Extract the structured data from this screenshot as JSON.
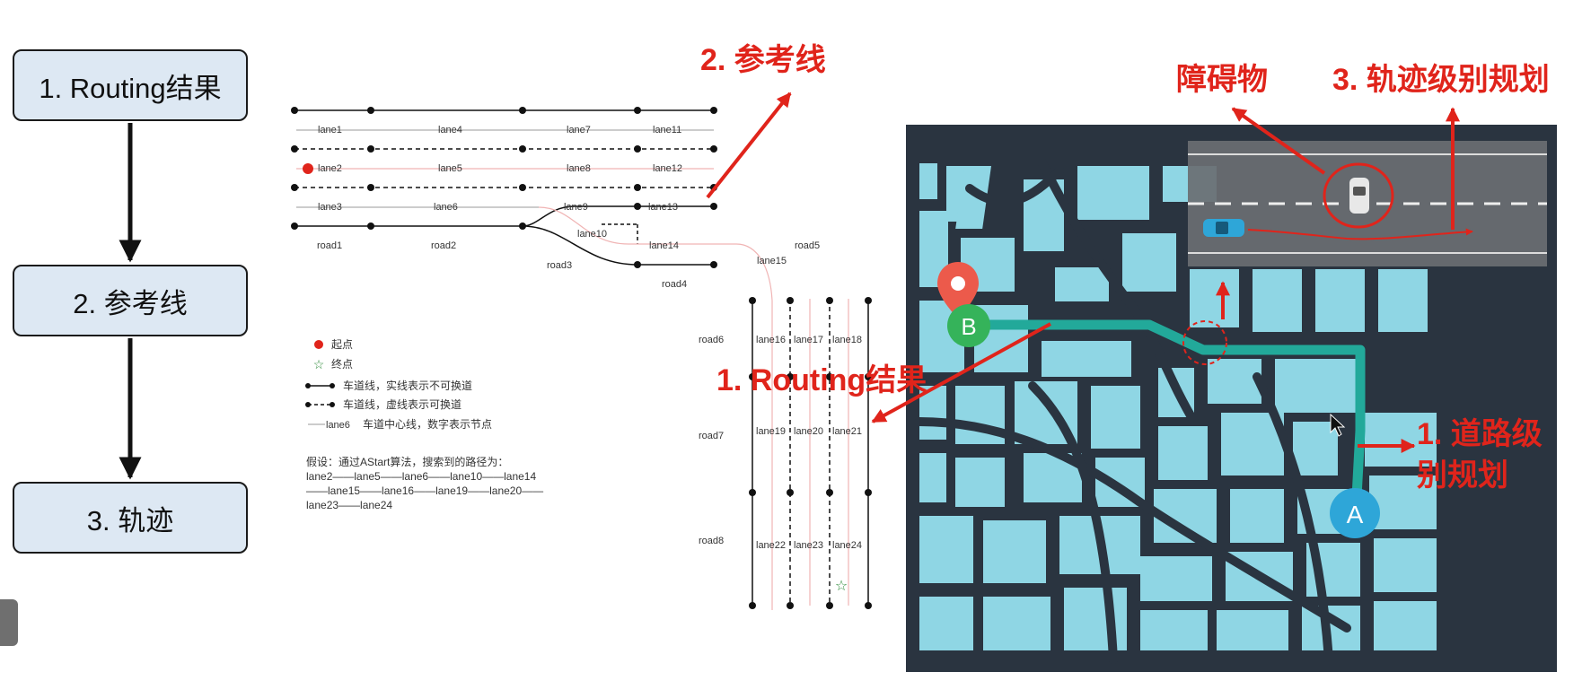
{
  "flow": {
    "step1": "1. Routing结果",
    "step2": "2. 参考线",
    "step3": "3. 轨迹"
  },
  "lane_diagram": {
    "lane_labels": [
      "lane1",
      "lane4",
      "lane7",
      "lane11",
      "lane2",
      "lane5",
      "lane8",
      "lane12",
      "lane3",
      "lane6",
      "lane9",
      "lane13",
      "lane10",
      "lane14",
      "lane15"
    ],
    "road_labels": [
      "road1",
      "road2",
      "road3",
      "road4",
      "road5"
    ],
    "vertical_lane_labels": [
      "lane16",
      "lane17",
      "lane18",
      "lane19",
      "lane20",
      "lane21",
      "lane22",
      "lane23",
      "lane24"
    ],
    "vertical_road_labels": [
      "road6",
      "road7",
      "road8"
    ],
    "legend": {
      "start": "起点",
      "goal": "终点",
      "solid": "车道线，实线表示不可换道",
      "dashed": "车道线，虚线表示可换道",
      "center_sample": "lane6",
      "center": "车道中心线，数字表示节点"
    },
    "assumption": {
      "line1": "假设：通过AStart算法，搜索到的路径为：",
      "line2": "lane2——lane5——lane6——lane10——lane14",
      "line3": "——lane15——lane16——lane19——lane20——",
      "line4": "lane23——lane24"
    }
  },
  "annotations": {
    "ref_line": "2. 参考线",
    "routing_result": "1. Routing结果",
    "obstacle": "障碍物",
    "trajectory": "3. 轨迹级别规划",
    "road_level_1": "1. 道路级",
    "road_level_2": "别规划"
  },
  "map": {
    "marker_a": "A",
    "marker_b": "B"
  },
  "colors": {
    "accent_red": "#e0241b",
    "map_dark": "#2a3440",
    "map_block": "#8fd6e4",
    "route": "#22a99a",
    "marker_a": "#2ea6d8",
    "marker_b": "#35b35a"
  }
}
